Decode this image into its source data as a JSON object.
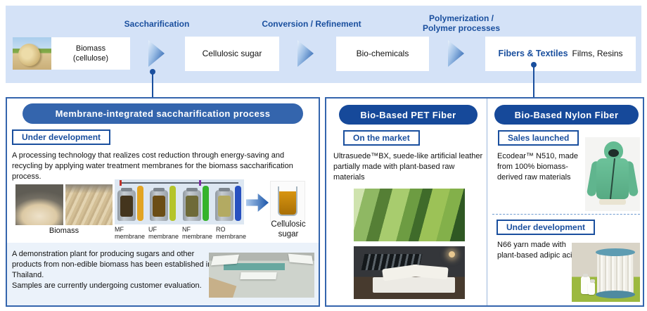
{
  "banner": {
    "process_labels": {
      "saccharification": "Saccharification",
      "conversion": "Conversion / Refinement",
      "polymerization": "Polymerization /\nPolymer processes"
    },
    "stages": {
      "biomass": "Biomass\n(cellulose)",
      "cellulosic_sugar": "Cellulosic sugar",
      "bio_chemicals": "Bio-chemicals",
      "fibers_primary": "Fibers & Textiles",
      "fibers_secondary": "Films, Resins"
    }
  },
  "membrane": {
    "title": "Membrane-integrated saccharification process",
    "status": "Under development",
    "description": "A processing technology that realizes cost reduction through energy-saving and recycling by applying water treatment membranes for the biomass saccharification process.",
    "biomass_caption": "Biomass",
    "membranes": [
      "MF\nmembrane",
      "UF\nmembrane",
      "NF\nmembrane",
      "RO\nmembrane"
    ],
    "output_caption": "Cellulosic\nsugar",
    "note": "A demonstration plant for producing sugars and other products from non-edible biomass has been established in Thailand.\nSamples are currently undergoing customer evaluation."
  },
  "pet": {
    "title": "Bio-Based PET Fiber",
    "status": "On the market",
    "description": "Ultrasuede™BX, suede-like artificial leather partially made with plant-based raw materials"
  },
  "nylon": {
    "title": "Bio-Based Nylon Fiber",
    "status_market": "Sales launched",
    "description_market": "Ecodear™ N510, made from 100% biomass-derived raw materials",
    "status_dev": "Under development",
    "description_dev": "N66 yarn made with plant-based adipic acid"
  },
  "colors": {
    "accent_blue": "#1a4f9e",
    "banner_bg": "#d4e2f7",
    "pill_blue": "#3465ad",
    "pill_navy": "#16499a",
    "panel_border": "#3465ad",
    "lower_section_bg": "#ebf2fa",
    "mf_membrane": "#e2a423",
    "uf_membrane": "#b5c42b",
    "nf_membrane": "#35b32b",
    "ro_membrane": "#2750c0"
  }
}
